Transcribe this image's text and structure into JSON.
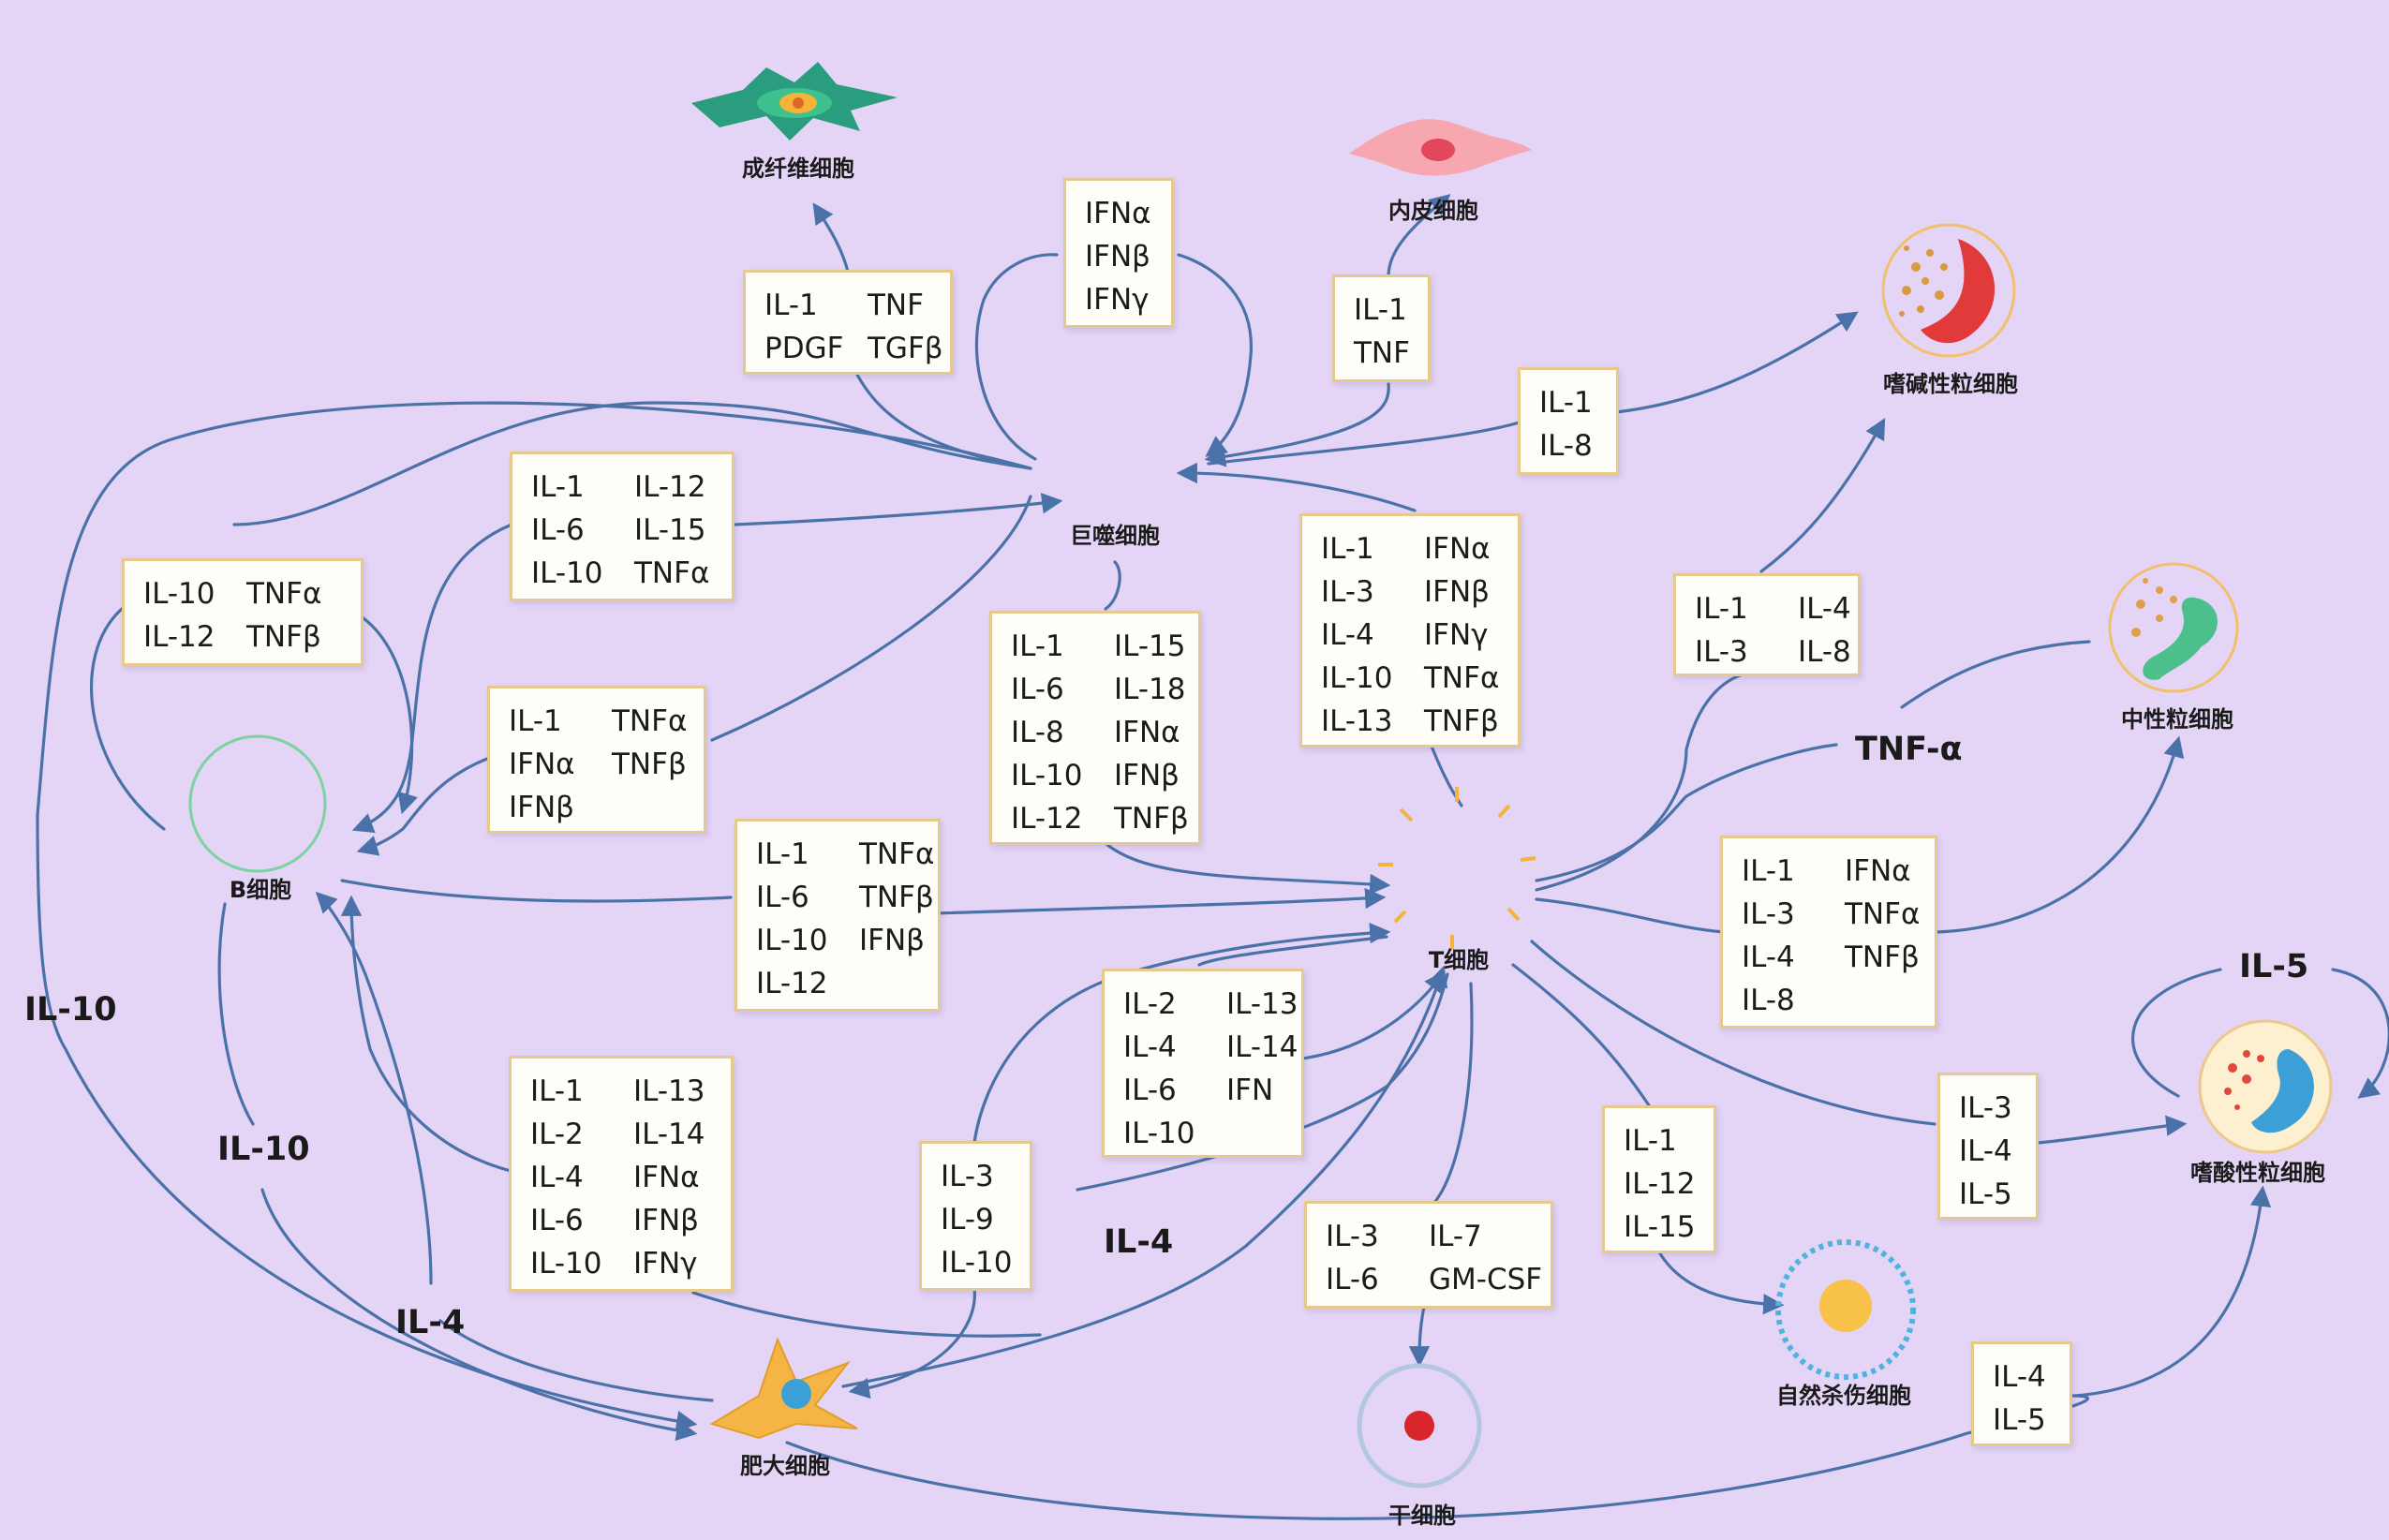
{
  "cells": {
    "fibroblast": "成纤维细胞",
    "endothelial": "内皮细胞",
    "macrophage": "巨噬细胞",
    "basophil": "嗜碱性粒细胞",
    "neutrophil": "中性粒细胞",
    "b_cell": "B细胞",
    "t_cell": "T细胞",
    "eosinophil": "嗜酸性粒细胞",
    "nk_cell": "自然杀伤细胞",
    "mast_cell": "肥大细胞",
    "stem_cell": "干细胞"
  },
  "boxes": {
    "fibro_factors": [
      [
        "IL-1",
        "TNF"
      ],
      [
        "PDGF",
        "TGFβ"
      ]
    ],
    "ifn_loop": [
      [
        "IFNα"
      ],
      [
        "IFNβ"
      ],
      [
        "IFNγ"
      ]
    ],
    "endo_factors": [
      [
        "IL-1"
      ],
      [
        "TNF"
      ]
    ],
    "baso_factors": [
      [
        "IL-1"
      ],
      [
        "IL-8"
      ]
    ],
    "mac_b1": [
      [
        "IL-1",
        "IL-12"
      ],
      [
        "IL-6",
        "IL-15"
      ],
      [
        "IL-10",
        "TNFα"
      ]
    ],
    "b_loop": [
      [
        "IL-10",
        "TNFα"
      ],
      [
        "IL-12",
        "TNFβ"
      ]
    ],
    "mac_b2": [
      [
        "IL-1",
        "TNFα"
      ],
      [
        "IFNα",
        "TNFβ"
      ],
      [
        "IFNβ"
      ]
    ],
    "mac_t": [
      [
        "IL-1",
        "IL-15"
      ],
      [
        "IL-6",
        "IL-18"
      ],
      [
        "IL-8",
        "IFNα"
      ],
      [
        "IL-10",
        "IFNβ"
      ],
      [
        "IL-12",
        "TNFβ"
      ]
    ],
    "t_mac": [
      [
        "IL-1",
        "IFNα"
      ],
      [
        "IL-3",
        "IFNβ"
      ],
      [
        "IL-4",
        "IFNγ"
      ],
      [
        "IL-10",
        "TNFα"
      ],
      [
        "IL-13",
        "TNFβ"
      ]
    ],
    "t_baso": [
      [
        "IL-1",
        "IL-4"
      ],
      [
        "IL-3",
        "IL-8"
      ]
    ],
    "b_t": [
      [
        "IL-1",
        "TNFα"
      ],
      [
        "IL-6",
        "TNFβ"
      ],
      [
        "IL-10",
        "IFNβ"
      ],
      [
        "IL-12"
      ]
    ],
    "t_neut": [
      [
        "IL-1",
        "IFNα"
      ],
      [
        "IL-3",
        "TNFα"
      ],
      [
        "IL-4",
        "TNFβ"
      ],
      [
        "IL-8"
      ]
    ],
    "t_self": [
      [
        "IL-2",
        "IL-13"
      ],
      [
        "IL-4",
        "IL-14"
      ],
      [
        "IL-6",
        "IFN"
      ],
      [
        "IL-10"
      ]
    ],
    "mast_b": [
      [
        "IL-1",
        "IL-13"
      ],
      [
        "IL-2",
        "IL-14"
      ],
      [
        "IL-4",
        "IFNα"
      ],
      [
        "IL-6",
        "IFNβ"
      ],
      [
        "IL-10",
        "IFNγ"
      ]
    ],
    "mast_t": [
      [
        "IL-3"
      ],
      [
        "IL-9"
      ],
      [
        "IL-10"
      ]
    ],
    "t_stem": [
      [
        "IL-3",
        "IL-7"
      ],
      [
        "IL-6",
        "GM-CSF"
      ]
    ],
    "t_nk": [
      [
        "IL-1"
      ],
      [
        "IL-12"
      ],
      [
        "IL-15"
      ]
    ],
    "t_eos": [
      [
        "IL-3"
      ],
      [
        "IL-4"
      ],
      [
        "IL-5"
      ]
    ],
    "mast_eos": [
      [
        "IL-4"
      ],
      [
        "IL-5"
      ]
    ]
  },
  "free_labels": {
    "il10_far": "IL-10",
    "il10_mid": "IL-10",
    "il4_left": "IL-4",
    "il4_mid": "IL-4",
    "tnfa_neut": "TNF-α",
    "il5_eos": "IL-5"
  },
  "colors": {
    "arrow": "#4a72a8",
    "box_border": "#e6c98e",
    "background": "#e4d5f7"
  }
}
